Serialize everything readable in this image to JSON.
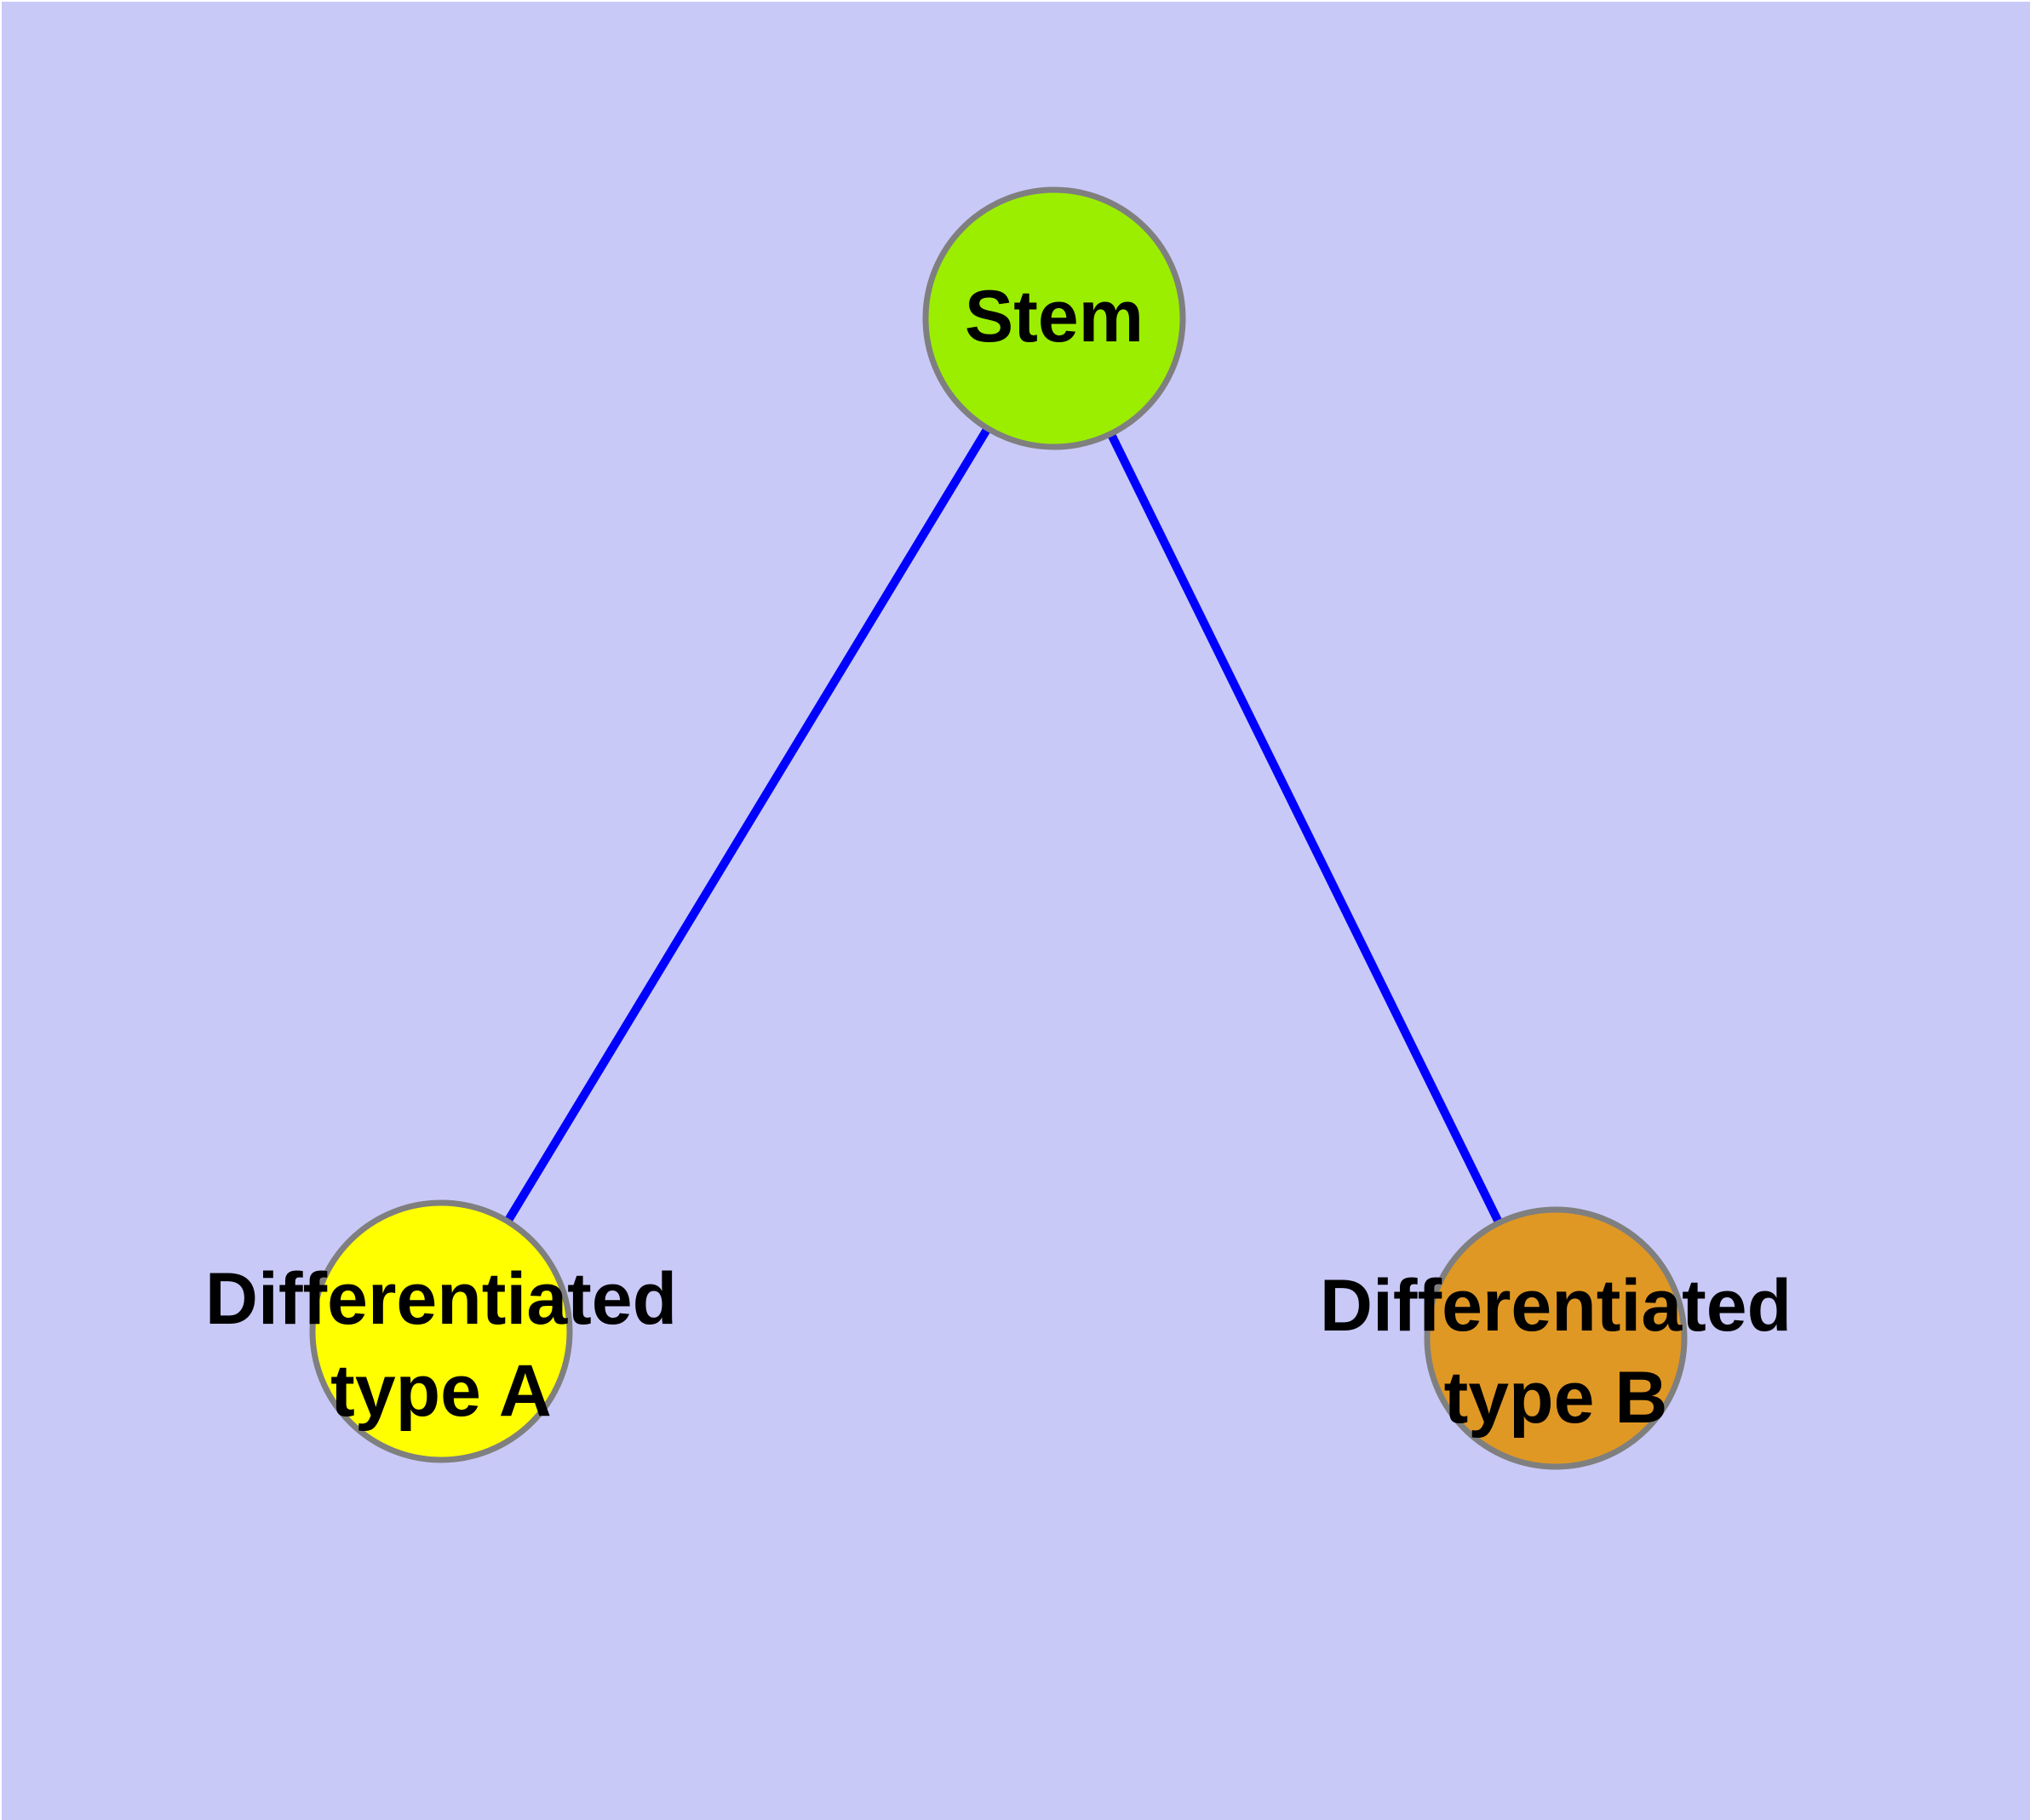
{
  "diagram": {
    "type": "graph",
    "background_color": "#c9c9f8",
    "edge_color": "#0000ff",
    "node_border_color": "#7f7f7f",
    "label_color": "#000000",
    "nodes": [
      {
        "id": "stem",
        "label": "Stem",
        "fill": "#9bee00"
      },
      {
        "id": "diff-a",
        "label": "Differentiated\ntype A",
        "fill": "#ffff00"
      },
      {
        "id": "diff-b",
        "label": "Differentiated\ntype B",
        "fill": "#e09824"
      }
    ],
    "edges": [
      {
        "from": "Stem",
        "to": "Differentiated type A"
      },
      {
        "from": "Stem",
        "to": "Differentiated type B"
      }
    ]
  }
}
